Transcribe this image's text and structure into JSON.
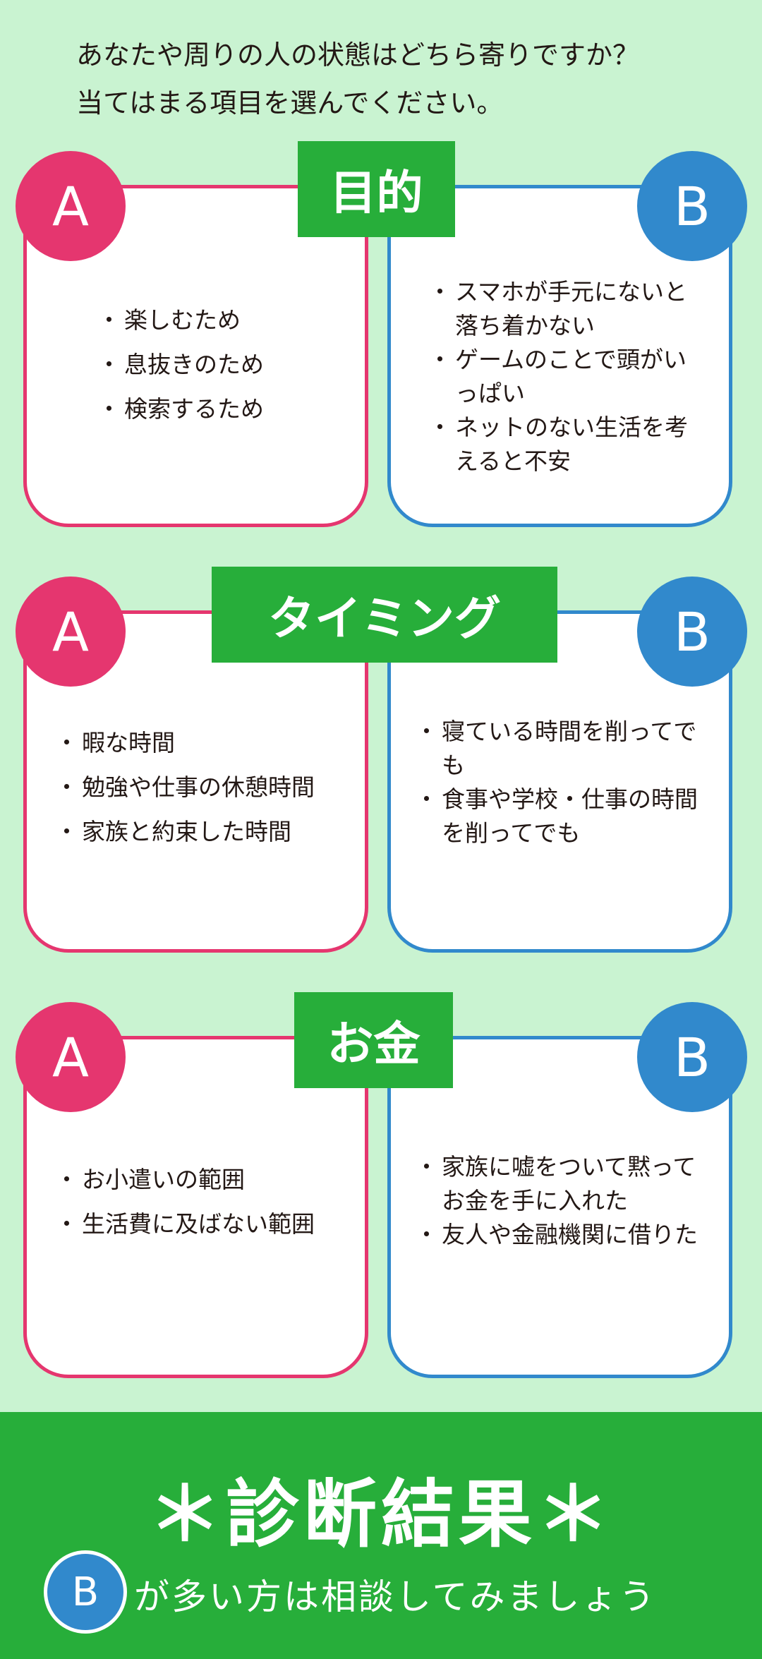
{
  "intro": {
    "line1": "あなたや周りの人の状態はどちら寄りですか？",
    "line2": "当てはまる項目を選んでください。"
  },
  "sections": [
    {
      "title": "目的",
      "a_mark": "A",
      "b_mark": "B",
      "a_items": [
        "楽しむため",
        "息抜きのため",
        "検索するため"
      ],
      "b_items": [
        "スマホが手元にないと落ち着かない",
        "ゲームのことで頭がいっぱい",
        "ネットのない生活を考えると不安"
      ]
    },
    {
      "title": "タイミング",
      "a_mark": "A",
      "b_mark": "B",
      "a_items": [
        "暇な時間",
        "勉強や仕事の休憩時間",
        "家族と約束した時間"
      ],
      "b_items": [
        "寝ている時間を削ってでも",
        "食事や学校・仕事の時間を削ってでも"
      ]
    },
    {
      "title": "お金",
      "a_mark": "A",
      "b_mark": "B",
      "a_items": [
        "お小遣いの範囲",
        "生活費に及ばない範囲"
      ],
      "b_items": [
        "家族に嘘をついて黙ってお金を手に入れた",
        "友人や金融機関に借りた"
      ]
    }
  ],
  "result": {
    "title": "＊診断結果＊",
    "mark": "B",
    "text": "が多い方は相談してみましょう"
  },
  "colors": {
    "bg": "#c9f3d1",
    "green": "#27ae3a",
    "pink": "#e5366f",
    "blue": "#3189cc"
  }
}
